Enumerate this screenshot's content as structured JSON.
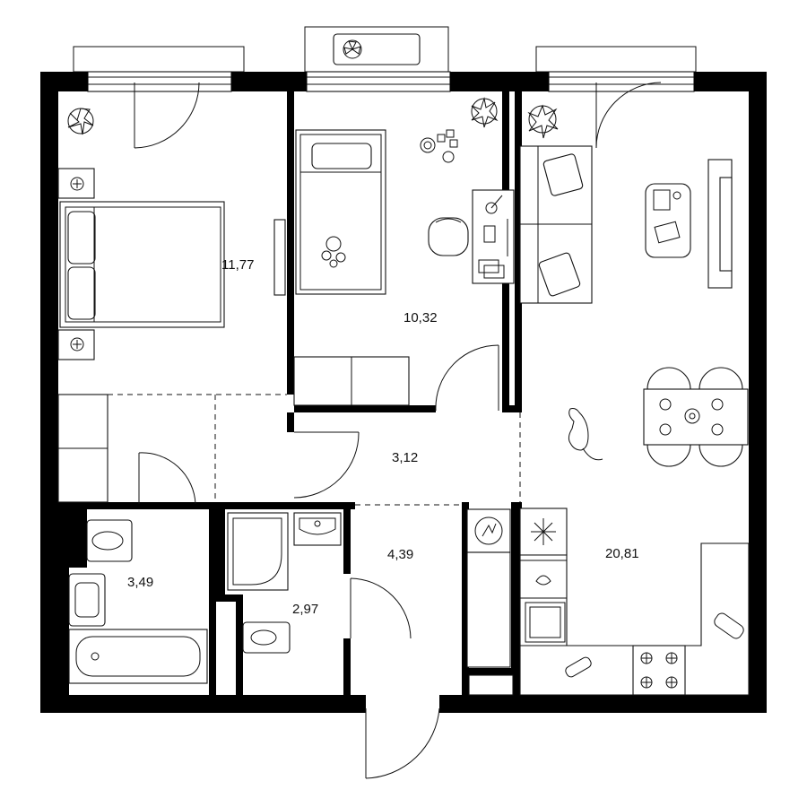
{
  "colors": {
    "wall": "#000000",
    "line": "#111111",
    "background": "#ffffff"
  },
  "rooms": [
    {
      "id": "bedroom",
      "area": "11,77"
    },
    {
      "id": "kids-room",
      "area": "10,32"
    },
    {
      "id": "hall",
      "area": "3,12"
    },
    {
      "id": "bathroom",
      "area": "3,49"
    },
    {
      "id": "toilet",
      "area": "2,97"
    },
    {
      "id": "corridor",
      "area": "4,39"
    },
    {
      "id": "living-kitchen",
      "area": "20,81"
    }
  ],
  "icons": [
    "plant-icon",
    "fan-icon",
    "bed-icon",
    "nightstand-icon",
    "sofa-icon",
    "tv-icon",
    "dining-table-icon",
    "chair-icon",
    "cat-icon",
    "toy-icon",
    "desk-icon",
    "office-chair-icon",
    "bathtub-icon",
    "sink-icon",
    "toilet-icon",
    "shower-icon",
    "washing-machine-icon",
    "fridge-icon",
    "stove-icon",
    "door-icon",
    "window-icon"
  ]
}
